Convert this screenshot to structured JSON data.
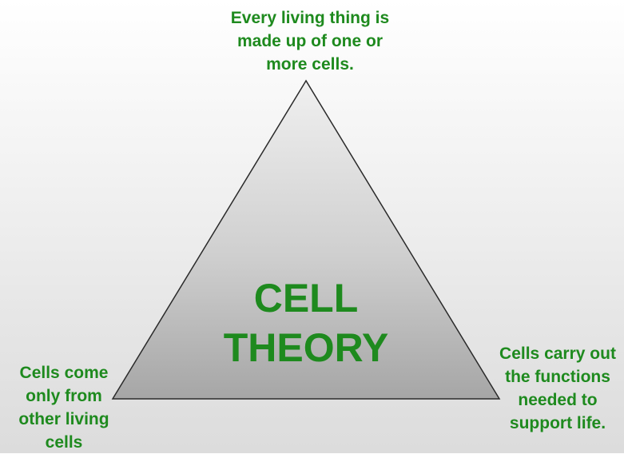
{
  "diagram": {
    "title_lines": [
      "CELL",
      "THEORY"
    ],
    "top_vertex_lines": [
      "Every living thing is",
      "made up of one or",
      "more cells."
    ],
    "left_vertex_lines": [
      "Cells come",
      "only from",
      "other living",
      "cells"
    ],
    "right_vertex_lines": [
      "Cells carry out",
      "the functions",
      "needed to",
      "support life."
    ]
  },
  "colors": {
    "text_green": "#1e8a1e",
    "triangle_fill_top": "#ededed",
    "triangle_fill_bottom": "#a9a9a9",
    "triangle_stroke": "#2a2a2a"
  }
}
